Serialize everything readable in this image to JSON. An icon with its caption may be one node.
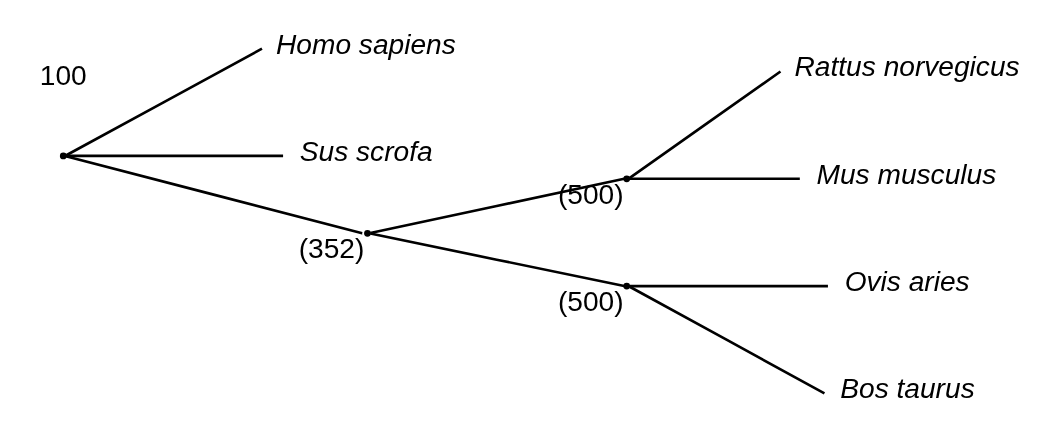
{
  "diagram": {
    "nodes": [
      {
        "text": [],
        "shape": "point"
      },
      {
        "text": [
          "Homo sapiens"
        ]
      },
      {
        "text": [
          "Sus scrofa"
        ]
      },
      {
        "text": [],
        "shape": "point",
        "beside": [
          "(352)"
        ]
      },
      {
        "text": [],
        "shape": "point",
        "beside": [
          "(500)"
        ]
      },
      {
        "text": [
          "Rattus norvegicus"
        ]
      },
      {
        "text": [
          "Mus musculus"
        ]
      },
      {
        "text": [],
        "shape": "point",
        "beside": [
          "(500)"
        ]
      },
      {
        "text": [
          "Ovis aries"
        ]
      },
      {
        "text": [
          "Bos taurus"
        ]
      }
    ],
    "edges": [
      {
        "from": 0,
        "to": 1,
        "arrow": "none"
      },
      {
        "from": 0,
        "to": 2,
        "arrow": "none"
      },
      {
        "from": 0,
        "to": 3,
        "arrow": "none"
      },
      {
        "from": 3,
        "to": 4,
        "arrow": "none"
      },
      {
        "from": 3,
        "to": 7,
        "arrow": "none"
      },
      {
        "from": 4,
        "to": 5,
        "arrow": "none"
      },
      {
        "from": 4,
        "to": 6,
        "arrow": "none"
      },
      {
        "from": 7,
        "to": 8,
        "arrow": "none"
      },
      {
        "from": 7,
        "to": 9,
        "arrow": "none"
      }
    ],
    "labels": [
      "100"
    ]
  }
}
